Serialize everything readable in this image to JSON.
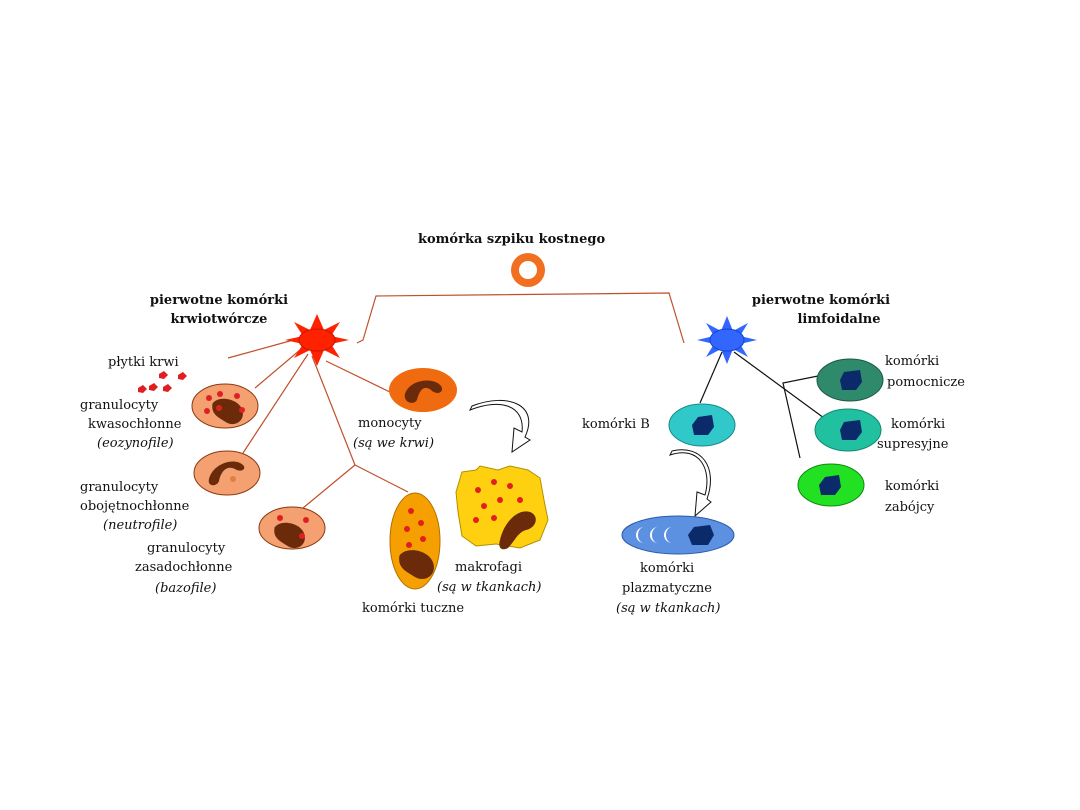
{
  "title": "komórka szpiku kostnego",
  "myeloid_root": {
    "line1": "pierwotne komórki",
    "line2": "krwiotwórcze"
  },
  "lymphoid_root": {
    "line1": "pierwotne komórki",
    "line2": "limfoidalne"
  },
  "platelets": "płytki krwi",
  "eosinophils": {
    "line1": "granulocyty",
    "line2": "kwasochłonne",
    "line3": "(eozynofile)"
  },
  "neutrophils": {
    "line1": "granulocyty",
    "line2": "obojętnochłonne",
    "line3": "(neutrofile)"
  },
  "basophils": {
    "line1": "granulocyty",
    "line2": "zasadochłonne",
    "line3": "(bazofile)"
  },
  "monocytes": {
    "line1": "monocyty",
    "line2": "(są  we krwi)"
  },
  "macrophages": {
    "line1": "makrofagi",
    "line2": "(są w tkankach)"
  },
  "mast_cells": "komórki tuczne",
  "b_cells": "komórki B",
  "plasma_cells": {
    "line1": "komórki",
    "line2": "plazmatyczne",
    "line3": "(są w tkankach)"
  },
  "helper_cells": {
    "line1": "komórki",
    "line2": "pomocnicze"
  },
  "suppressor_cells": {
    "line1": "komórki",
    "line2": "supresyjne"
  },
  "killer_cells": {
    "line1": "komórki",
    "line2": "zabójcy"
  },
  "colors": {
    "line": "#c0502a",
    "stem": "#f07020",
    "myeloid": "#ff2200",
    "lymphoid": "#3366ff",
    "granulocyte": "#f4a070",
    "nucleus": "#6b2a0a",
    "granule": "#e02020",
    "monocyte": "#f06a10",
    "mast": "#f5a000",
    "macrophage": "#ffd010",
    "b_cell": "#30c8c8",
    "plasma": "#5c90e0",
    "helper": "#2e8a6a",
    "suppressor": "#20c0a0",
    "killer": "#22e022",
    "dark_nucleus": "#0a2a6a"
  }
}
